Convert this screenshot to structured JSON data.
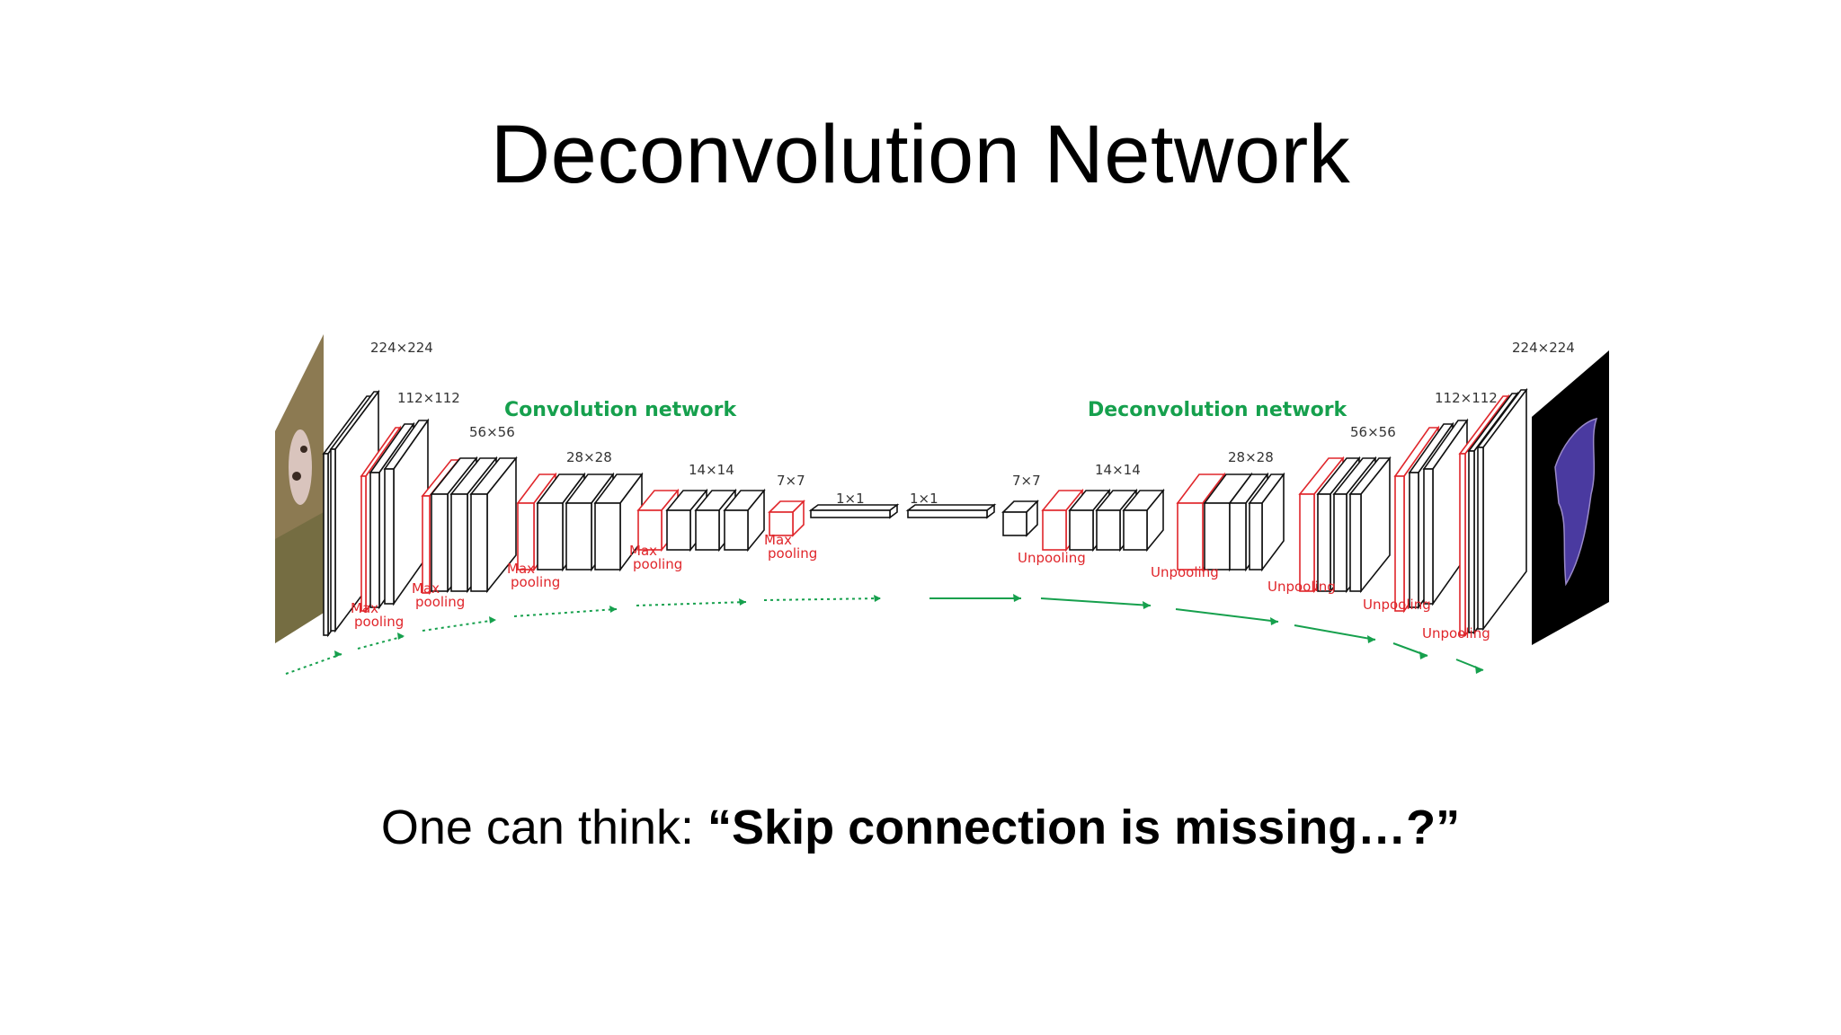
{
  "title": "Deconvolution Network",
  "caption": {
    "prefix": "One can think: ",
    "emphasis": "“Skip connection is missing…?”"
  },
  "diagram": {
    "conv_section_label": "Convolution network",
    "deconv_section_label": "Deconvolution network",
    "encoder_sizes": [
      "224×224",
      "112×112",
      "56×56",
      "28×28",
      "14×14",
      "7×7",
      "1×1"
    ],
    "decoder_sizes": [
      "1×1",
      "7×7",
      "14×14",
      "28×28",
      "56×56",
      "112×112",
      "224×224"
    ],
    "pool_label": [
      "Max",
      "pooling"
    ],
    "unpool_label": "Unpooling",
    "colors": {
      "layer_stroke": "#111111",
      "pool_stroke": "#e0262b",
      "green": "#16a04d",
      "mask_bg": "#000000",
      "mask_shape": "#4a3aa0"
    }
  }
}
